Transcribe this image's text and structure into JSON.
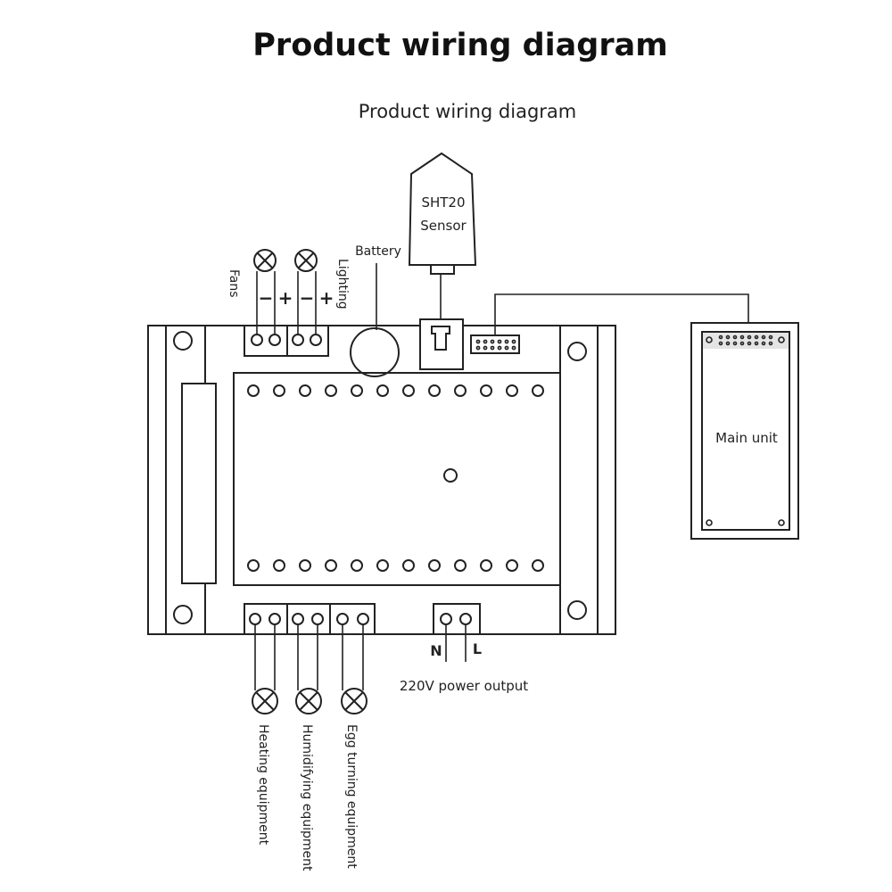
{
  "title": "Product wiring diagram",
  "subtitle": "Product wiring diagram",
  "sensor": {
    "model": "SHT20",
    "label": "Sensor"
  },
  "battery_label": "Battery",
  "top_outputs": [
    {
      "name": "Fans"
    },
    {
      "name": "Lighting"
    }
  ],
  "polarity": {
    "minus": "−",
    "plus": "+"
  },
  "bottom_outputs": [
    {
      "name": "Heating equipment"
    },
    {
      "name": "Humidifying equipment"
    },
    {
      "name": "Egg turning equipment"
    }
  ],
  "power": {
    "n": "N",
    "l": "L",
    "label": "220V power output"
  },
  "main_unit_label": "Main unit"
}
